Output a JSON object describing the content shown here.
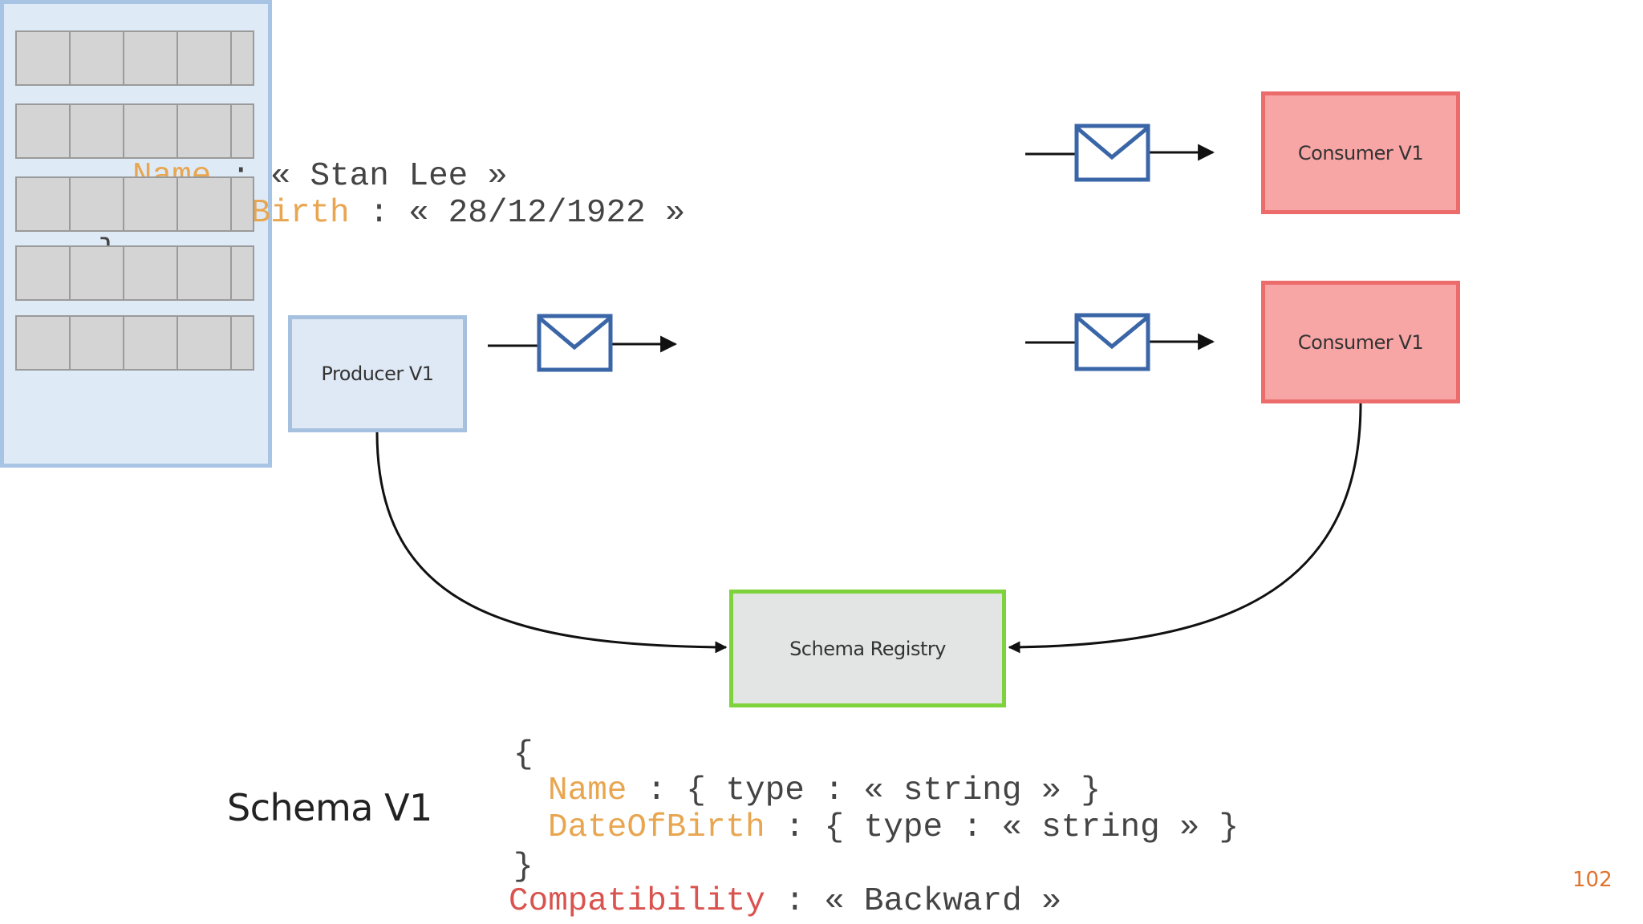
{
  "message_example": {
    "open": "{",
    "name_key": "Name",
    "name_value": " : « Stan Lee »",
    "dob_key": "DateOfBirth",
    "dob_value": " : « 28/12/1922 »",
    "close": "}"
  },
  "schema_example": {
    "open": "{",
    "name_key": "Name",
    "name_value": " : { type : « string » }",
    "dob_key": "DateOfBirth",
    "dob_value": " : { type : « string » }",
    "close": "}",
    "compat_key": "Compatibility",
    "compat_value": " : « Backward »"
  },
  "nodes": {
    "producer": "Producer V1",
    "consumer_1": "Consumer V1",
    "consumer_2": "Consumer V1",
    "registry": "Schema Registry"
  },
  "schema_label": "Schema V1",
  "page_number": "102",
  "colors": {
    "key": "#e8a650",
    "compat_key": "#d9534f",
    "producer_fill": "#dfe9f6",
    "consumer_fill": "#f8a5a5",
    "registry_border": "#7ed23c",
    "envelope": "#3a66a8"
  }
}
